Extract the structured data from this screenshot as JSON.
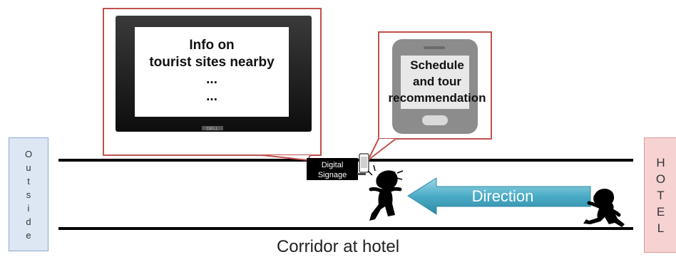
{
  "tv_callout": {
    "lines": [
      "Info on",
      "tourist sites nearby",
      "...",
      "..."
    ],
    "brand": "DELL"
  },
  "phone_callout": {
    "lines": [
      "Schedule",
      "and tour",
      "recommendation"
    ]
  },
  "signage_label": [
    "Digital",
    "Signage"
  ],
  "direction_label": "Direction",
  "outside_letters": [
    "O",
    "u",
    "t",
    "s",
    "i",
    "d",
    "e"
  ],
  "hotel_letters": [
    "H",
    "O",
    "T",
    "E",
    "L"
  ],
  "caption": "Corridor at hotel",
  "colors": {
    "callout_border": "#c0504d",
    "arrow": "#4bacc6",
    "outside_box": "#dde7f4",
    "hotel_box": "#f6d2d2"
  }
}
